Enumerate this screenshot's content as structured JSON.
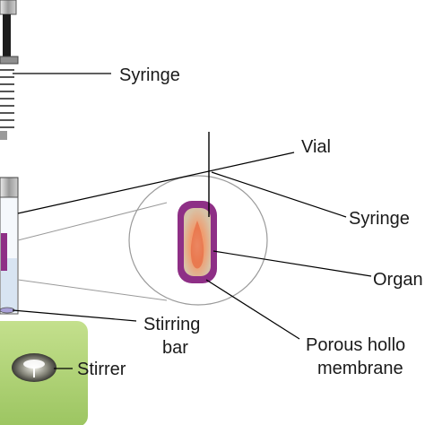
{
  "labels": {
    "syringe_top": "Syringe",
    "vial": "Vial",
    "syringe_right": "Syringe",
    "organic": "Organ",
    "stirring": "Stirring",
    "bar": "bar",
    "porous": "Porous hollo",
    "membrane": "membrane",
    "stirrer": "Stirrer"
  },
  "colors": {
    "stirrer_plate": "#a9cf6f",
    "membrane_wall": "#8e2f86",
    "organic_phase": "#e8835a",
    "glass": "#d8e4f2",
    "line": "#000000"
  }
}
